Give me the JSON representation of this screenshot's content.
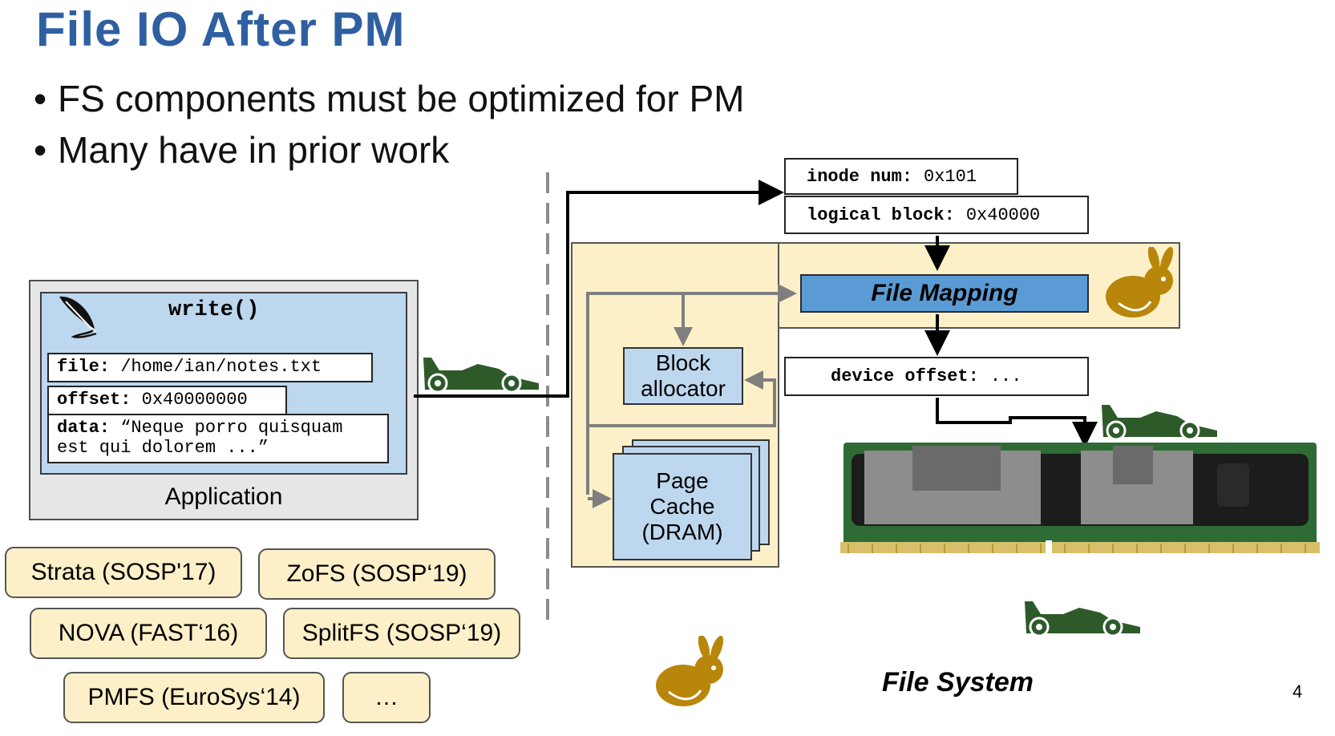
{
  "slide": {
    "title": "File IO After PM",
    "bullets": [
      "FS components must be optimized for PM",
      "Many have in prior work"
    ],
    "page_number": "4"
  },
  "application": {
    "call": "write()",
    "file_key": "file:",
    "file_value": "/home/ian/notes.txt",
    "offset_key": "offset:",
    "offset_value": "0x40000000",
    "data_key": "data:",
    "data_value_line1": "“Neque porro quisquam",
    "data_value_line2": "est qui dolorem ...”",
    "label": "Application"
  },
  "prior_work": [
    "Strata (SOSP'17)",
    "ZoFS (SOSP‘19)",
    "NOVA (FAST‘16)",
    "SplitFS (SOSP‘19)",
    "PMFS (EuroSys‘14)",
    "…"
  ],
  "file_system": {
    "inode_key": "inode num:",
    "inode_value": "0x101",
    "block_key": "logical block:",
    "block_value": "0x40000",
    "file_mapping": "File Mapping",
    "block_allocator_line1": "Block",
    "block_allocator_line2": "allocator",
    "page_cache_line1": "Page",
    "page_cache_line2": "Cache",
    "page_cache_line3": "(DRAM)",
    "device_offset_key": "device offset:",
    "device_offset_value": "...",
    "label": "File System"
  },
  "colors": {
    "title_blue": "#2e5fa1",
    "cream": "#fdf0c8",
    "light_blue": "#bdd7ee",
    "mapping_blue": "#5b9bd5",
    "race_car_green": "#2e5a2a",
    "rabbit_gold": "#b8860b"
  },
  "icons": [
    "quill-icon",
    "race-car-icon",
    "rabbit-icon",
    "pm-module-image"
  ]
}
